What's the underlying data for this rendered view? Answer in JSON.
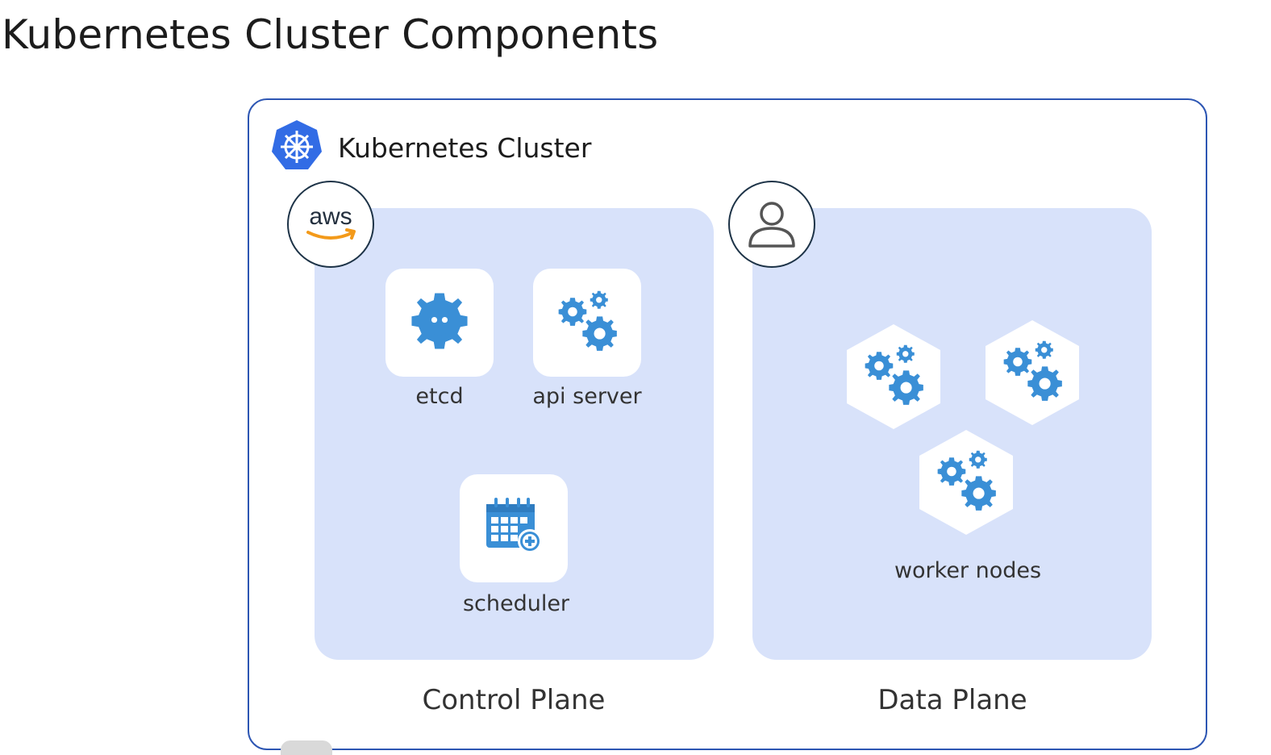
{
  "page": {
    "title": "Kubernetes Cluster Components"
  },
  "cluster": {
    "title": "Kubernetes Cluster",
    "border_color": "#2d56b3",
    "icon": "kubernetes-helm-icon"
  },
  "control_plane": {
    "label": "Control Plane",
    "badge_icon": "aws-logo-icon",
    "badge_text": "aws",
    "components": [
      {
        "label": "etcd",
        "icon": "etcd-icon"
      },
      {
        "label": "api server",
        "icon": "gears-icon"
      },
      {
        "label": "scheduler",
        "icon": "calendar-add-icon"
      }
    ]
  },
  "data_plane": {
    "label": "Data Plane",
    "badge_icon": "user-icon",
    "worker_icon": "gears-icon",
    "workers_label": "worker nodes"
  },
  "colors": {
    "plane_bg": "#d8e2fa",
    "icon_blue": "#3a8fd6",
    "k8s_blue": "#326ce5",
    "aws_orange": "#f39a1a"
  }
}
